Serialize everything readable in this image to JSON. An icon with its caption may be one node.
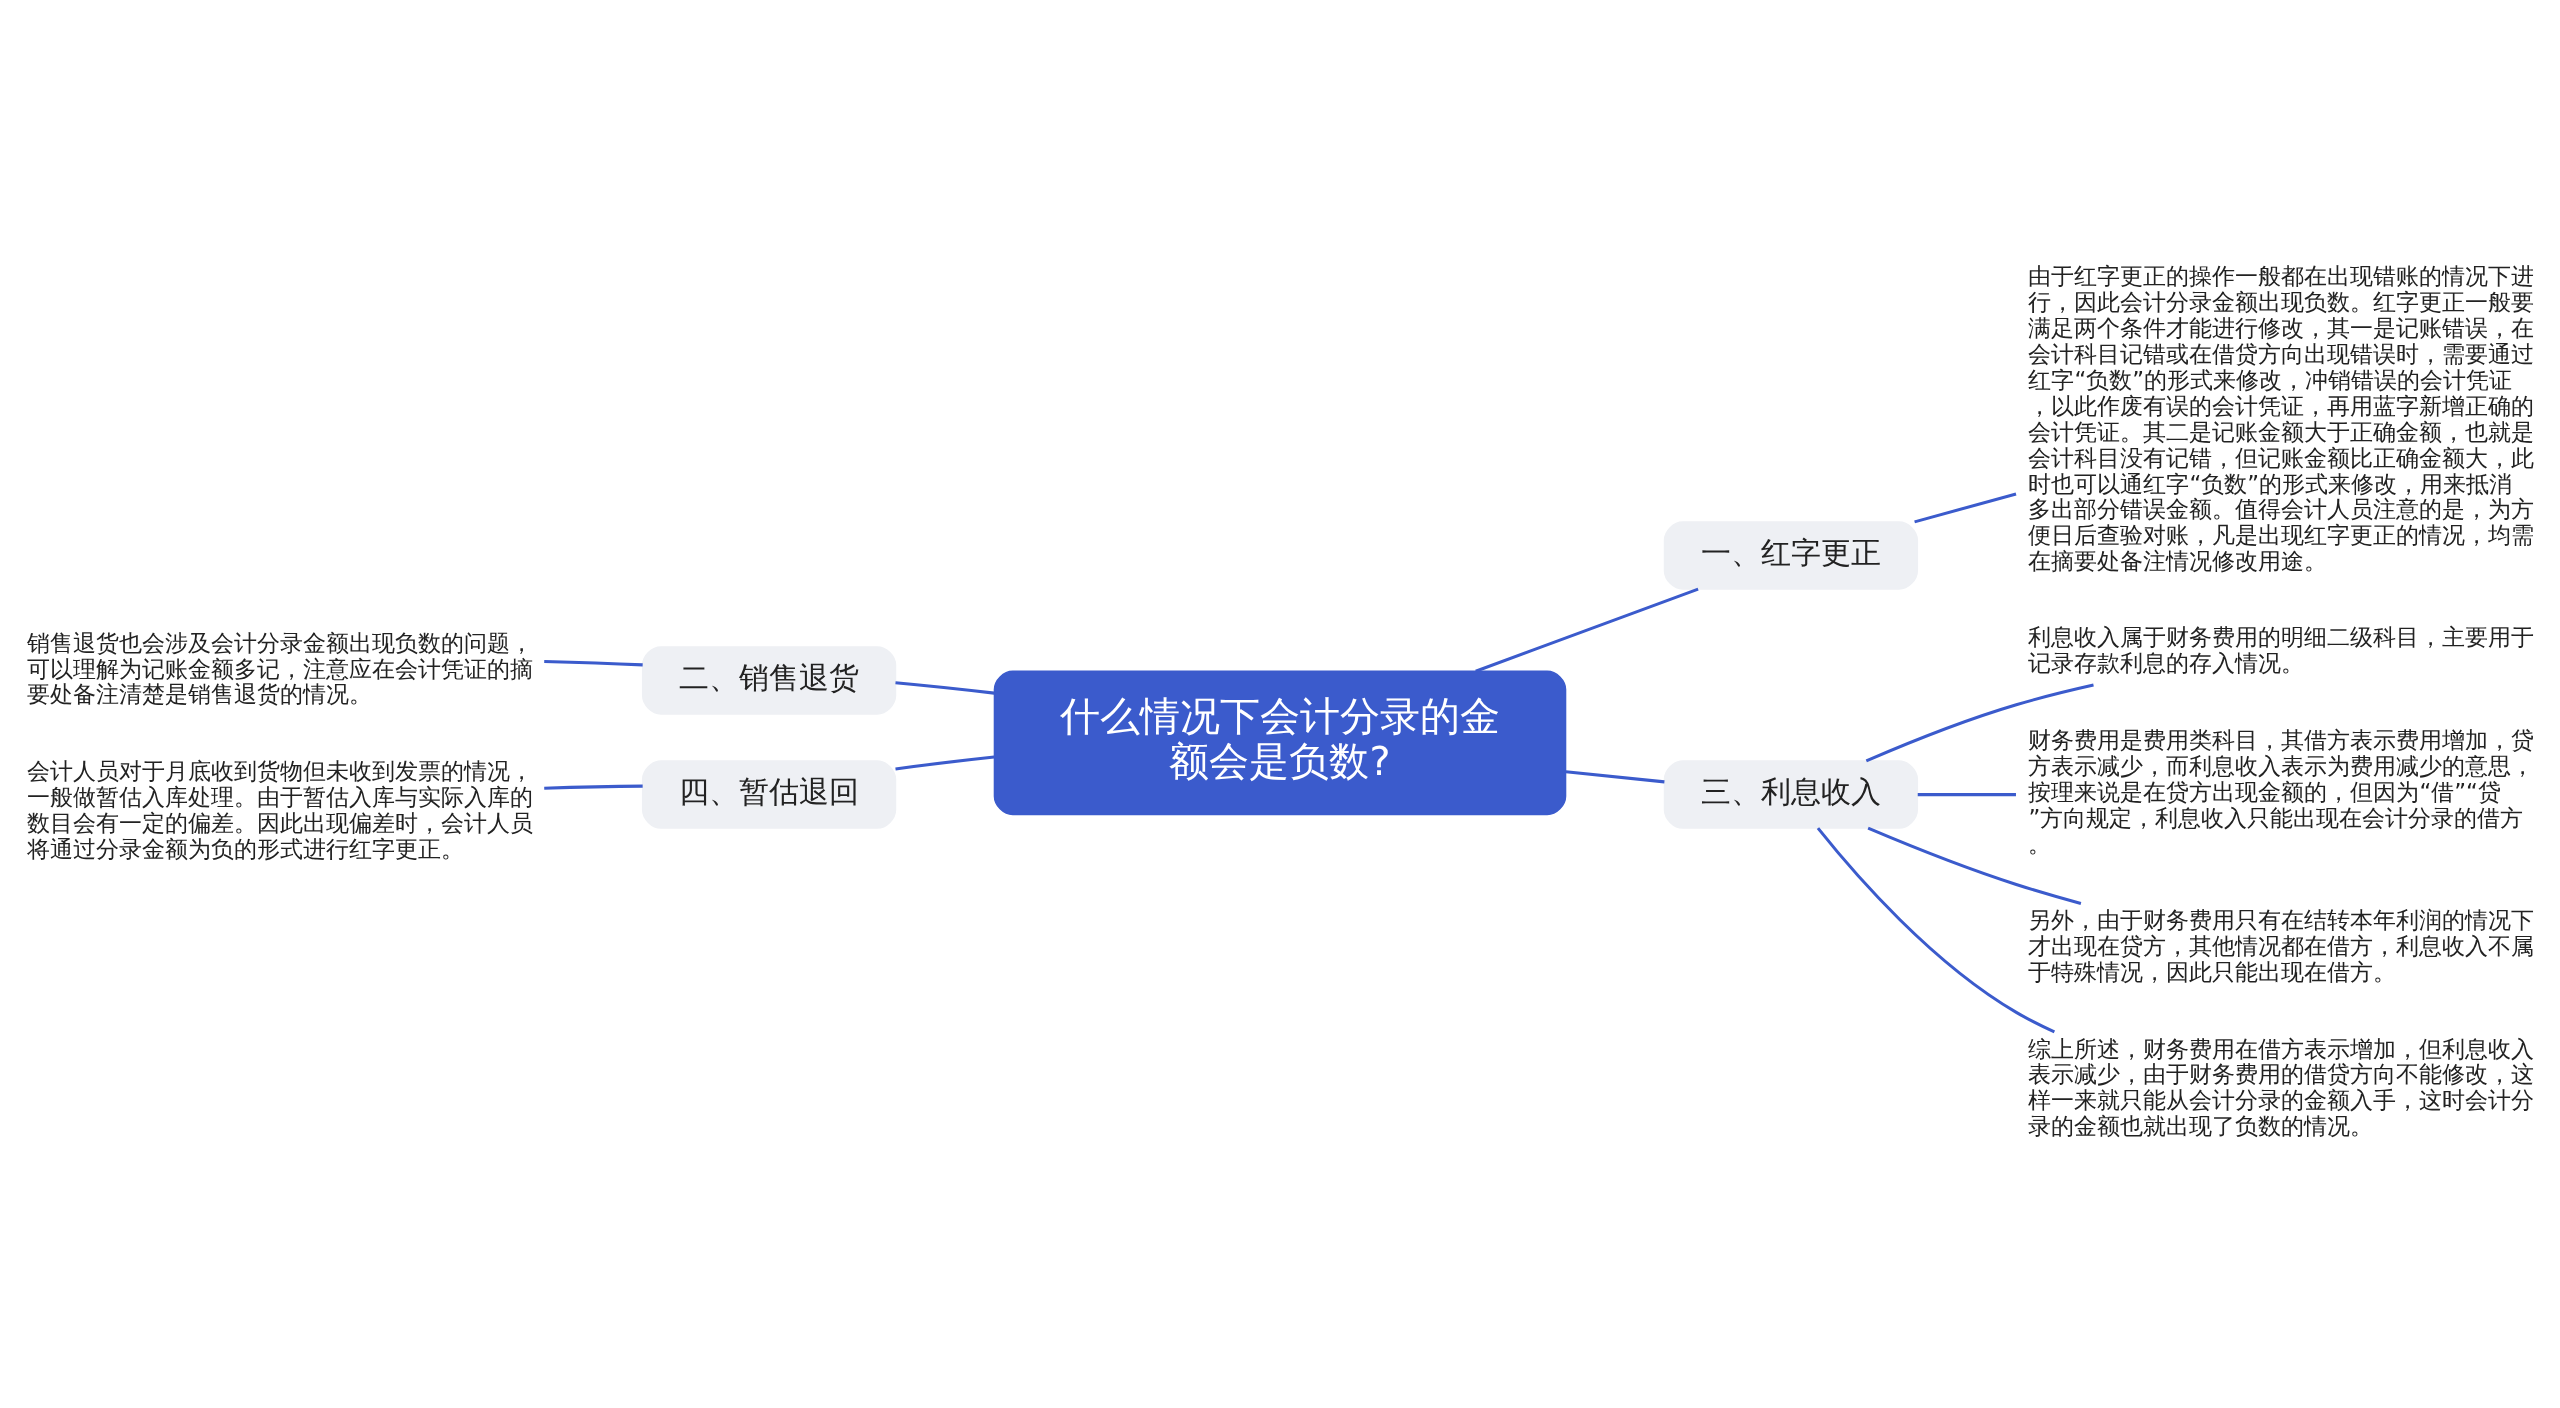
{
  "diagram": {
    "nodes": [
      {
        "text": [
          "什么情况下会计分录的金额会是负数?"
        ]
      },
      {
        "text": [
          "一、红字更正"
        ]
      },
      {
        "text": [
          "由于红字更正的操作一般都在出现错账的情况下进行，因此会计分录金额出现负数。红字更正一般要满足两个条件才能进行修改，其一是记账错误，在会计科目记错或在借贷方向出现错误时，需要通过红字“负数”的形式来修改，冲销错误的会计凭证，以此作废有误的会计凭证，再用蓝字新增正确的会计凭证。其二是记账金额大于正确金额，也就是会计科目没有记错，但记账金额比正确金额大，此时也可以通红字“负数”的形式来修改，用来抵消多出部分错误金额。值得会计人员注意的是，为方便日后查验对账，凡是出现红字更正的情况，均需在摘要处备注情况修改用途。"
        ]
      },
      {
        "text": [
          "二、销售退货"
        ]
      },
      {
        "text": [
          "销售退货也会涉及会计分录金额出现负数的问题，可以理解为记账金额多记，注意应在会计凭证的摘要处备注清楚是销售退货的情况。"
        ]
      },
      {
        "text": [
          "四、暂估退回"
        ]
      },
      {
        "text": [
          "会计人员对于月底收到货物但未收到发票的情况，一般做暂估入库处理。由于暂估入库与实际入库的数目会有一定的偏差。因此出现偏差时，会计人员将通过分录金额为负的形式进行红字更正。"
        ]
      },
      {
        "text": [
          "三、利息收入"
        ]
      },
      {
        "text": [
          "利息收入属于财务费用的明细二级科目，主要用于记录存款利息的存入情况。"
        ]
      },
      {
        "text": [
          "财务费用是费用类科目，其借方表示费用增加，贷方表示减少，而利息收入表示为费用减少的意思，按理来说是在贷方出现金额的，但因为“借”“贷”方向规定，利息收入只能出现在会计分录的借方。"
        ]
      },
      {
        "text": [
          "另外，由于财务费用只有在结转本年利润的情况下才出现在贷方，其他情况都在借方，利息收入不属于特殊情况，因此只能出现在借方。"
        ]
      },
      {
        "text": [
          "综上所述，财务费用在借方表示增加，但利息收入表示减少，由于财务费用的借贷方向不能修改，这样一来就只能从会计分录的金额入手，这时会计分录的金额也就出现了负数的情况。"
        ]
      }
    ],
    "edges": [
      {
        "from": 0,
        "to": 1,
        "arrow": "none"
      },
      {
        "from": 1,
        "to": 2,
        "arrow": "none"
      },
      {
        "from": 0,
        "to": 3,
        "arrow": "none"
      },
      {
        "from": 3,
        "to": 4,
        "arrow": "none"
      },
      {
        "from": 0,
        "to": 5,
        "arrow": "none"
      },
      {
        "from": 5,
        "to": 6,
        "arrow": "none"
      },
      {
        "from": 0,
        "to": 7,
        "arrow": "none"
      },
      {
        "from": 7,
        "to": 8,
        "arrow": "none"
      },
      {
        "from": 7,
        "to": 9,
        "arrow": "none"
      },
      {
        "from": 7,
        "to": 10,
        "arrow": "none"
      },
      {
        "from": 7,
        "to": 11,
        "arrow": "none"
      }
    ]
  }
}
